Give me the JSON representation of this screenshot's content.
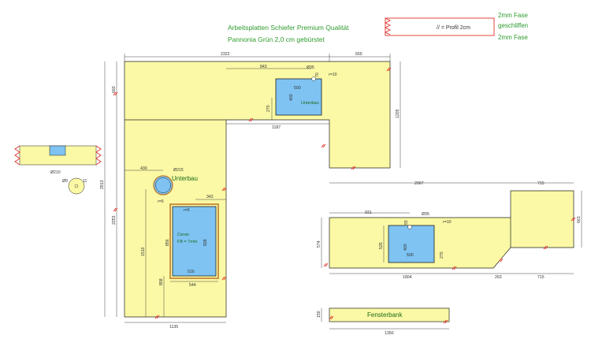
{
  "title": {
    "line1": "Arbeitsplatten Schiefer Premium Qualität",
    "line2": "Pannonia Grün 2,0 cm gebürstet"
  },
  "legend": {
    "profile_text": "// = Profil 2cm",
    "fase_top": "2mm Fase",
    "geschliffen": "geschliffen",
    "fase_bottom": "2mm Fase"
  },
  "labels": {
    "unterbau_top": "Unterbau",
    "unterbau_hob": "Unterbau",
    "ceran": "Ceran",
    "fb": "FB = 7mm",
    "fensterbank": "Fensterbank"
  },
  "dimensions": {
    "d2322": "2322",
    "d655": "655",
    "d843": "843",
    "d35a": "Ø35",
    "d70": "70",
    "d500a": "500",
    "d400a": "400",
    "r10a": "r=10",
    "d270a": "270",
    "d1187": "1187",
    "d1205": "1205",
    "d660": "660",
    "d2913": "2913",
    "d2253": "2253",
    "d430": "430",
    "d215": "Ø215",
    "d342": "342",
    "r5a": "r=5",
    "r5b": "r=5",
    "d1510": "1510",
    "d856": "856",
    "d828": "828",
    "d516": "516",
    "d544": "544",
    "d858": "858",
    "d1135": "1135",
    "d210": "Ø210",
    "d90": "Ø9",
    "d11": "11",
    "d2067": "2067",
    "d715a": "715",
    "d931": "931",
    "d35b": "Ø35",
    "r10b": "r=10",
    "d574": "574",
    "d525": "525",
    "d55": "55",
    "d400b": "400",
    "d500b": "500",
    "d270b": "270",
    "d1804": "1804",
    "d263": "263",
    "d715b": "715",
    "d663": "663",
    "d150": "150",
    "d1350": "1350"
  },
  "colors": {
    "slab": "#fbf9a5",
    "sink": "#7ec3f2",
    "profile_mark": "#e0302a",
    "title_text": "#2e9b2e"
  }
}
